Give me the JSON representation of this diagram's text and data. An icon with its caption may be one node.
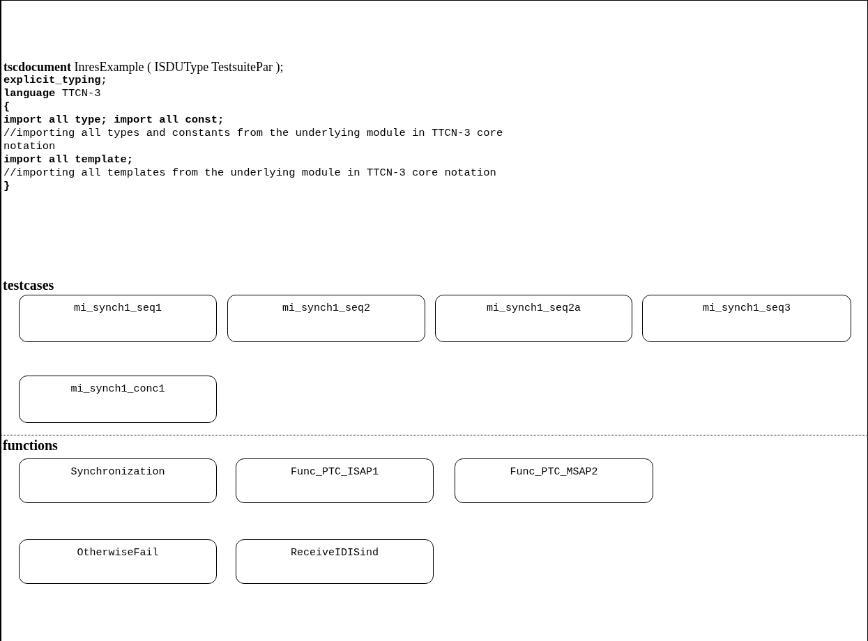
{
  "diagram": {
    "nodes": [
      {
        "text": [
          "testcases"
        ]
      },
      {
        "text": [
          "mi_synch1_seq1"
        ],
        "in": 0
      },
      {
        "text": [
          "mi_synch1_seq2"
        ],
        "in": 0
      },
      {
        "text": [
          "mi_synch1_seq2a"
        ],
        "in": 0
      },
      {
        "text": [
          "mi_synch1_seq3"
        ],
        "in": 0
      },
      {
        "text": [
          "mi_synch1_conc1"
        ],
        "in": 0
      },
      {
        "text": [
          "functions"
        ]
      },
      {
        "text": [
          "Synchronization"
        ],
        "in": 6
      },
      {
        "text": [
          "Func_PTC_ISAP1"
        ],
        "in": 6
      },
      {
        "text": [
          "Func_PTC_MSAP2"
        ],
        "in": 6
      },
      {
        "text": [
          "OtherwiseFail"
        ],
        "in": 6
      },
      {
        "text": [
          "ReceiveIDISind"
        ],
        "in": 6
      }
    ],
    "labels": [
      "**tscdocument** InresExample ( ISDUType TestsuitePar );",
      "**explicit_typing**;",
      "**language** TTCN-3",
      "{",
      "import all type; import all const;",
      "//importing all types and constants from the underlying module in TTCN-3 core notation",
      "import all template;",
      "//importing all templates from the underlying module in TTCN-3 core notation",
      "}"
    ]
  }
}
